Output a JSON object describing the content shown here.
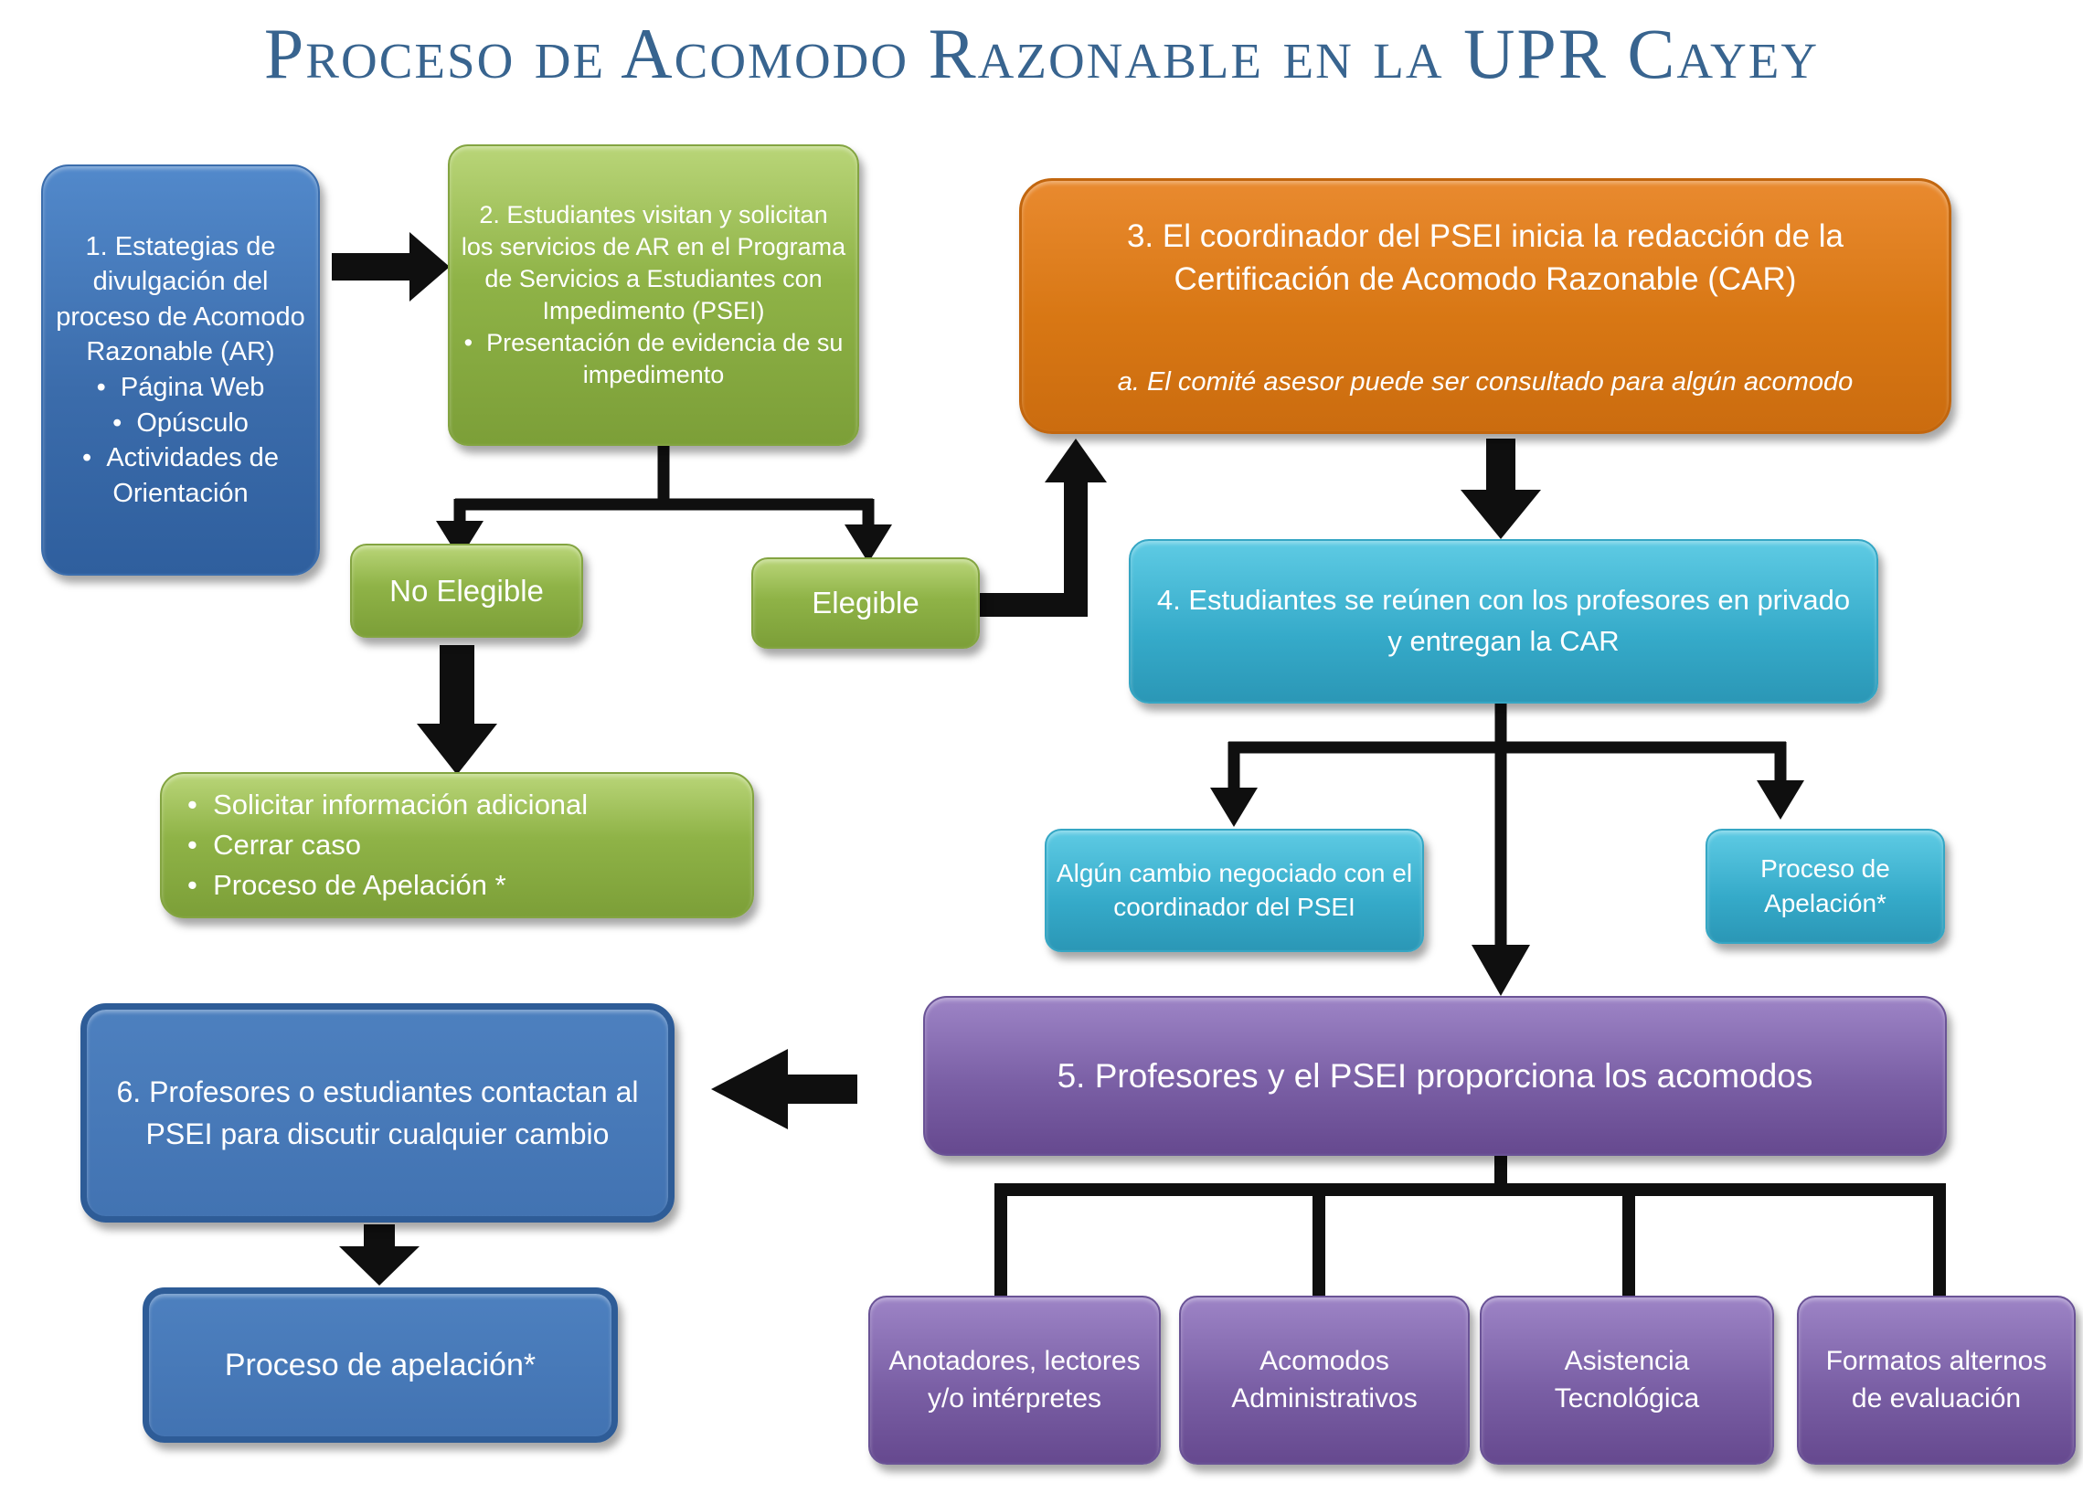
{
  "title": "Proceso de Acomodo Razonable en la UPR Cayey",
  "colors": {
    "title_blue": "#38648f",
    "node_blue": "#3f6fae",
    "node_green": "#8fb347",
    "node_orange": "#d87714",
    "node_teal": "#35aac9",
    "node_purple": "#7a5fa5",
    "arrow_black": "#0f0f0f"
  },
  "boxes": {
    "box1": {
      "heading": "1. Estategias de divulgación del proceso de Acomodo Razonable (AR)",
      "bullets": [
        "Página Web",
        "Opúsculo",
        "Actividades de Orientación"
      ]
    },
    "box2": {
      "heading": "2. Estudiantes visitan y solicitan los servicios de AR en el Programa de Servicios a Estudiantes con Impedimento (PSEI)",
      "bullets": [
        "Presentación de evidencia  de su impedimento"
      ]
    },
    "box3": {
      "heading": "3. El coordinador  del PSEI inicia la redacción de la Certificación de Acomodo Razonable (CAR)",
      "note": "a. El comité asesor puede ser consultado para algún acomodo"
    },
    "no_elegible": "No Elegible",
    "elegible": "Elegible",
    "box4": "4. Estudiantes se reúnen con los profesores en privado y entregan  la CAR",
    "outcomes": {
      "bullets": [
        "Solicitar información adicional",
        "Cerrar caso",
        "Proceso de Apelación *"
      ]
    },
    "algun_cambio": "Algún cambio negociado con el coordinador del PSEI",
    "proceso_apelacion_teal": "Proceso de Apelación*",
    "box5": "5. Profesores y el PSEI proporciona los acomodos",
    "box6": "6. Profesores o estudiantes contactan al PSEI para discutir cualquier cambio",
    "proceso_apelacion_blue": "Proceso de apelación*",
    "accommodations": [
      "Anotadores, lectores y/o intérpretes",
      "Acomodos Administrativos",
      "Asistencia Tecnológica",
      "Formatos alternos de evaluación"
    ]
  }
}
